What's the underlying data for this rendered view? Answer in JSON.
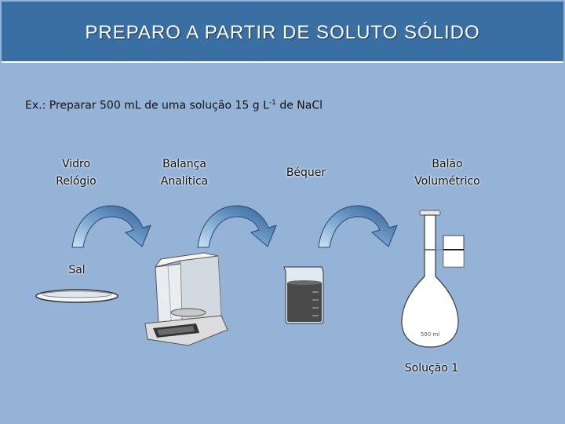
{
  "title": "PREPARO A PARTIR DE SOLUTO SÓLIDO",
  "example": {
    "prefix": "Ex.: Preparar 500 mL de uma solução 15 g L",
    "superscript": "-1",
    "suffix": " de NaCl"
  },
  "steps": [
    {
      "line1": "Vidro",
      "line2": "Relógio"
    },
    {
      "line1": "Balança",
      "line2": "Analítica"
    },
    {
      "line1": "Béquer"
    },
    {
      "line1": "Balão",
      "line2": "Volumétrico"
    }
  ],
  "salt_label": "Sal",
  "flask_marking": "500 ml",
  "result_label": "Solução 1",
  "colors": {
    "background": "#95b3d7",
    "title_bar": "#3a6fa4",
    "arrow_dark": "#2f5a8a",
    "arrow_light": "#cfe2f3"
  }
}
